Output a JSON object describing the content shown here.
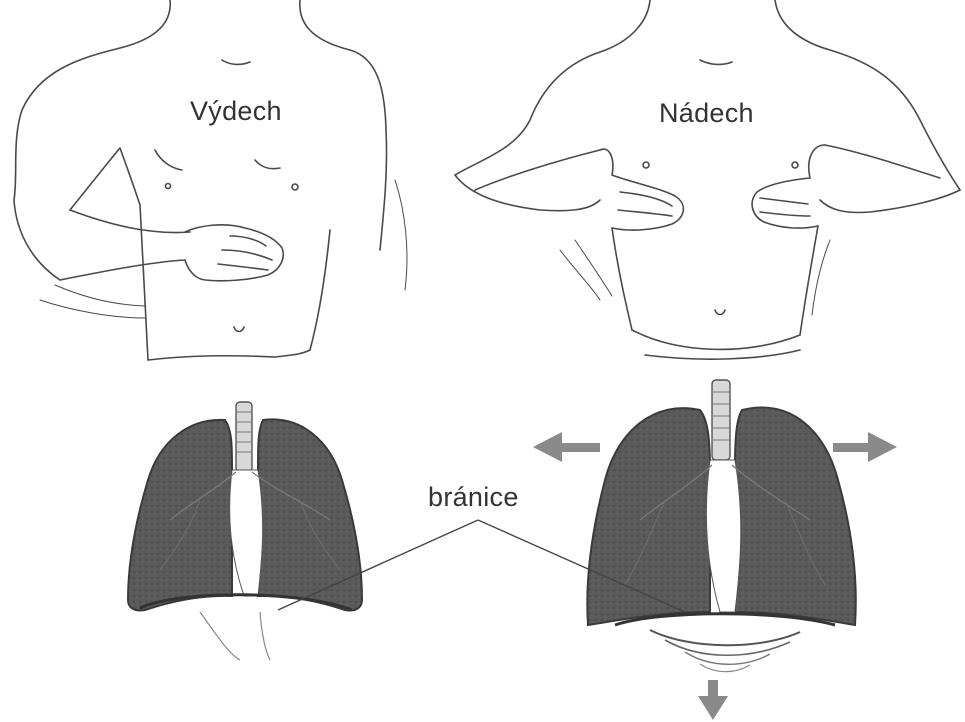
{
  "labels": {
    "exhale": "Výdech",
    "inhale": "Nádech",
    "diaphragm": "bránice"
  },
  "panels": [
    {
      "name": "exhale-figure",
      "depicts": [
        "torso-front",
        "hand-on-abdomen",
        "lungs",
        "diaphragm-relaxed"
      ]
    },
    {
      "name": "inhale-figure",
      "depicts": [
        "torso-front",
        "hands-on-ribs",
        "lungs",
        "diaphragm-contracted",
        "expansion-arrows"
      ]
    }
  ],
  "colors": {
    "background": "#ffffff",
    "line": "#4a4a4a",
    "lung_fill": "#555555",
    "lung_dark": "#3a3a3a",
    "arrow": "#8a8a8a",
    "text": "#333333"
  }
}
